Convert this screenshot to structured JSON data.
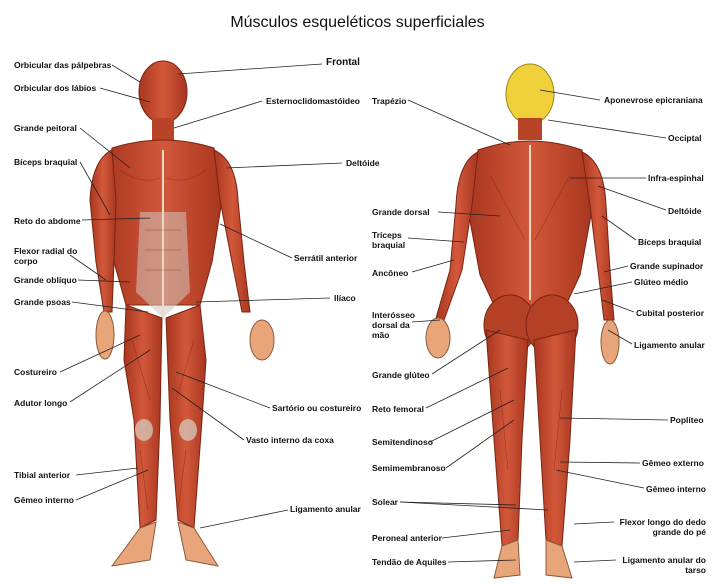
{
  "title": "Músculos esqueléticos superficiales",
  "labels": {
    "orbicular_palpebras": "Orbicular das pálpebras",
    "orbicular_labios": "Orbicular dos lábios",
    "grande_peitoral": "Grande peitoral",
    "biceps_braquial_front": "Bíceps braquial",
    "reto_abdome": "Reto do abdome",
    "flexor_radial": "Flexor radial do corpo",
    "grande_obliquo": "Grande oblíquo",
    "grande_psoas": "Grande psoas",
    "costureiro": "Costureiro",
    "adutor_longo": "Adutor longo",
    "tibial_anterior": "Tibial anterior",
    "gemeo_interno_front": "Gêmeo interno",
    "frontal": "Frontal",
    "esternocleido": "Esternoclidomastóideo",
    "deltoide_front": "Deltóide",
    "serratil": "Serrátil anterior",
    "iliaco": "Ilíaco",
    "sartorio": "Sartório ou costureiro",
    "vasto_interno": "Vasto interno da coxa",
    "ligamento_anular_front": "Ligamento anular",
    "trapezio": "Trapézio",
    "grande_dorsal": "Grande dorsal",
    "triceps": "Tríceps braquial",
    "anconeo": "Ancôneo",
    "interosseo": "Interósseo dorsal da mão",
    "grande_gluteo": "Grande glúteo",
    "reto_femoral": "Reto femoral",
    "semitendinoso": "Semitendinoso",
    "semimembranoso": "Semimembranoso",
    "solear": "Solear",
    "peroneal": "Peroneal anterior",
    "tendao_aquiles": "Tendão de Aquiles",
    "aponevrose": "Aponevrose epicraniana",
    "occipital": "Occiptal",
    "infra_espinhal": "Infra-espinhal",
    "deltoide_back": "Deltóide",
    "biceps_back": "Bíceps braquial",
    "grande_supinador": "Grande supinador",
    "gluteo_medio": "Glúteo médio",
    "cubital_posterior": "Cubital posterior",
    "ligamento_anular_back": "Ligamento anular",
    "popliteo": "Poplíteo",
    "gemeo_externo": "Gêmeo externo",
    "gemeo_interno_back": "Gêmeo interno",
    "flexor_longo": "Flexor longo do dedo grande do pé",
    "ligamento_anular_tarso": "Ligamento anular do tarso"
  },
  "colors": {
    "muscle": "#c0452a",
    "muscle_dark": "#8e2a16",
    "muscle_light": "#dc6a45",
    "tendon": "#d9d2c8",
    "skin": "#e8a57a",
    "skull": "#f0d03a",
    "leader": "#222222"
  }
}
